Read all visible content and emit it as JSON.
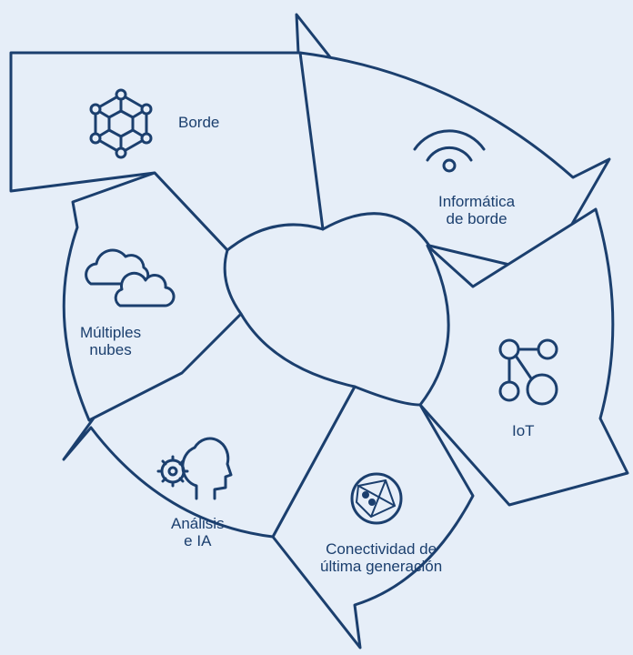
{
  "diagram": {
    "stroke_color": "#1b3f6e",
    "fill_color": "#e6eef8",
    "segments": [
      {
        "id": "borde",
        "icon": "cube-network-icon",
        "lines": [
          "Borde"
        ]
      },
      {
        "id": "edge",
        "icon": "wifi-icon",
        "lines": [
          "Informática",
          "de borde"
        ]
      },
      {
        "id": "iot",
        "icon": "iot-nodes-icon",
        "lines": [
          "IoT"
        ]
      },
      {
        "id": "connectivity",
        "icon": "globe-network-icon",
        "lines": [
          "Conectividad de",
          "última generación"
        ]
      },
      {
        "id": "analytics",
        "icon": "head-gear-icon",
        "lines": [
          "Análisis",
          "e IA"
        ]
      },
      {
        "id": "multicloud",
        "icon": "clouds-icon",
        "lines": [
          "Múltiples",
          "nubes"
        ]
      }
    ]
  }
}
